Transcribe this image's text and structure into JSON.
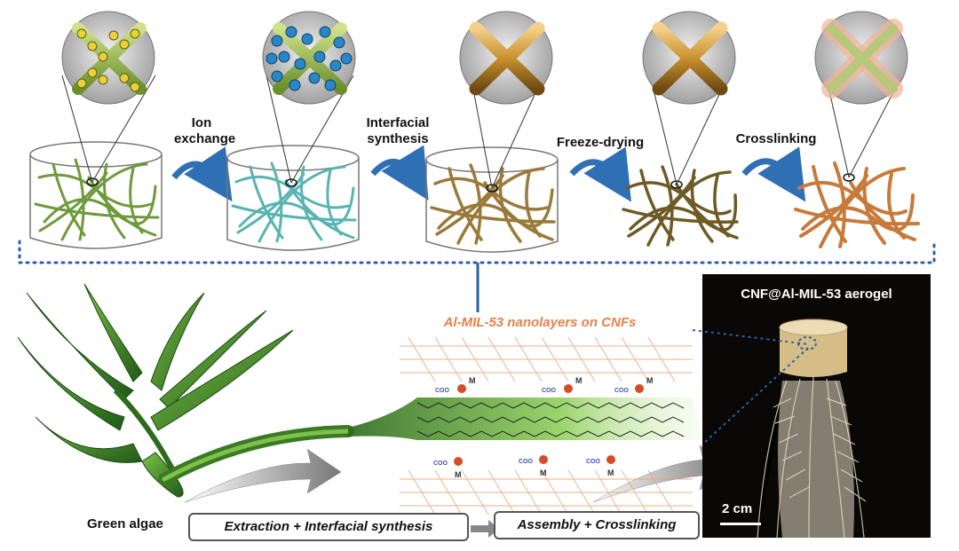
{
  "steps": {
    "ion_exchange": "Ion exchange",
    "interfacial_synthesis": "Interfacial synthesis",
    "freeze_drying": "Freeze-drying",
    "crosslinking": "Crosslinking"
  },
  "bottom": {
    "green_algae": "Green algae",
    "extraction_box": "Extraction + Interfacial synthesis",
    "assembly_box": "Assembly + Crosslinking",
    "nanolayer_title": "Al-MIL-53 nanolayers on CNFs",
    "photo_title": "CNF@Al-MIL-53 aerogel",
    "scale_label": "2 cm",
    "ion_label": "M",
    "coo_label": "COO"
  },
  "colors": {
    "fiber_green": "#6f9a3c",
    "fiber_cyan": "#58b4b2",
    "fiber_brown": "#9a7a3a",
    "fiber_dark": "#6e5a24",
    "fiber_orange": "#c77a3a",
    "arrow_blue": "#2f6fb4",
    "dotted_blue": "#2b5fa8",
    "mof_orange": "#e6824a"
  }
}
